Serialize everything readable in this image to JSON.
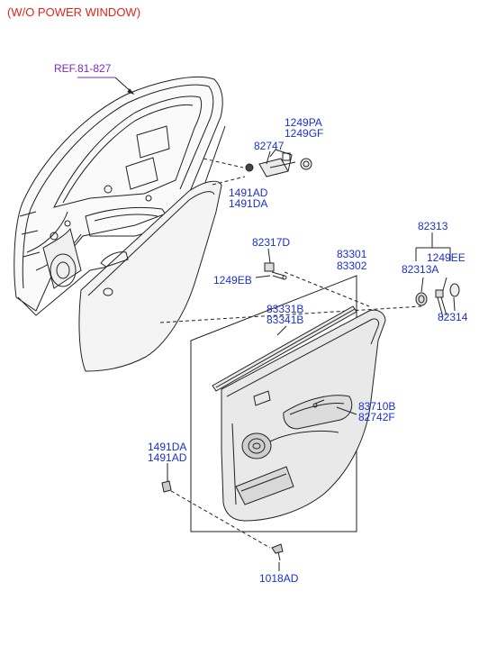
{
  "header": {
    "text": "(W/O POWER WINDOW)"
  },
  "colors": {
    "header": "#e3241b",
    "part_number": "#1a2fd6",
    "reference": "#7a2bc2",
    "line": "#222222"
  },
  "labels": {
    "ref": "REF.81-827",
    "p1249pa": "1249PA",
    "p1249gf": "1249GF",
    "p82747": "82747",
    "p1491ad_a": "1491AD",
    "p1491da_a": "1491DA",
    "p82313": "82313",
    "p82317d": "82317D",
    "p83301": "83301",
    "p83302": "83302",
    "p82313a": "82313A",
    "p1249ee": "1249EE",
    "p1249eb": "1249EB",
    "p83331b": "83331B",
    "p83341b": "83341B",
    "p82314": "82314",
    "p83710b": "83710B",
    "p82742f": "82742F",
    "p1491da_b": "1491DA",
    "p1491ad_b": "1491AD",
    "p1018ad": "1018AD"
  }
}
